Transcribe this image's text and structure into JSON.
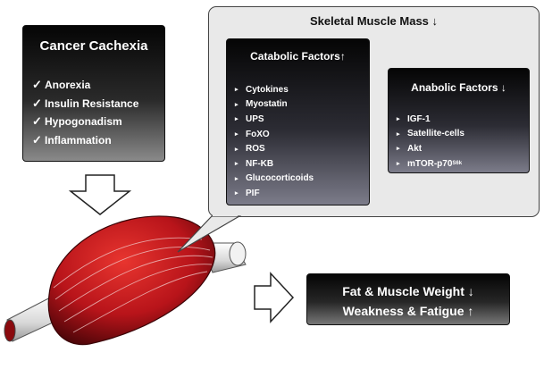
{
  "cachexia": {
    "title": "Cancer Cachexia",
    "check_glyph": "✓",
    "items": [
      "Anorexia",
      "Insulin Resistance",
      "Hypogonadism",
      "Inflammation"
    ]
  },
  "bubble": {
    "title": "Skeletal Muscle Mass ↓"
  },
  "catabolic": {
    "title": "Catabolic Factors↑",
    "items": [
      "Cytokines",
      "Myostatin",
      "UPS",
      "FoXO",
      "ROS",
      "NF-KB",
      "Glucocorticoids",
      "PIF"
    ]
  },
  "anabolic": {
    "title": "Anabolic Factors ↓",
    "items": [
      "IGF-1",
      "Satellite-cells",
      "Akt"
    ],
    "mtor_base": "mTOR-p70",
    "mtor_sup": "S6k"
  },
  "result": {
    "line1": "Fat & Muscle Weight ↓",
    "line2": "Weakness & Fatigue ↑"
  },
  "bullet_glyph": "▸",
  "colors": {
    "box_dark": "#050505",
    "bubble_bg": "#e9e9e9",
    "muscle_red": "#c0181c",
    "muscle_dark": "#5a0508"
  }
}
